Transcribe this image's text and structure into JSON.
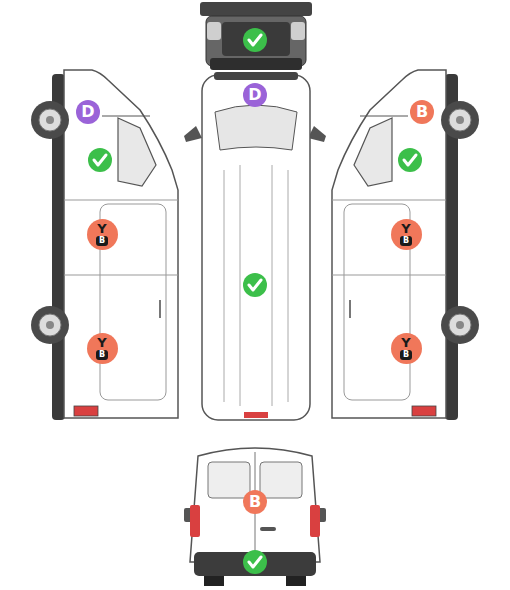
{
  "diagram": {
    "nodes": [
      {
        "text": [
          "D"
        ]
      },
      {
        "text": [
          "D"
        ]
      },
      {
        "text": [
          "B"
        ]
      },
      {
        "text": [
          "Y",
          "B"
        ]
      },
      {
        "text": [
          "Y",
          "B"
        ]
      },
      {
        "text": [
          "Y",
          "B"
        ]
      },
      {
        "text": [
          "Y",
          "B"
        ]
      },
      {
        "text": [
          "B"
        ]
      }
    ]
  }
}
